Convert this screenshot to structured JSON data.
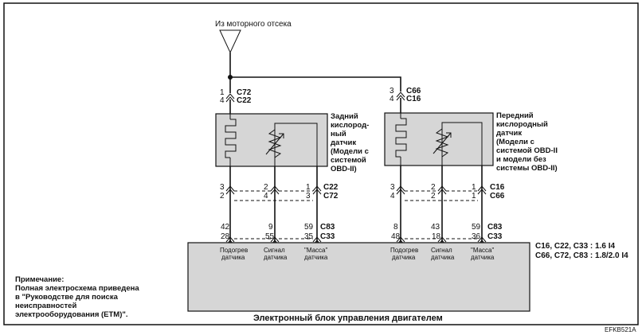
{
  "source": {
    "label": "Из моторного отсека"
  },
  "rear_sensor": {
    "desc": [
      "Задний",
      "кислород-",
      "ный",
      "датчик",
      "(Модели с",
      "системой",
      "OBD-II)"
    ],
    "upper_connector": {
      "pins": [
        "1",
        "4"
      ],
      "names": [
        "C72",
        "C22"
      ]
    },
    "lower_connector": {
      "pins_top": [
        "3",
        "2",
        "1"
      ],
      "pins_bottom": [
        "2",
        "4",
        "3"
      ],
      "names": [
        "C22",
        "C72"
      ]
    },
    "ecm_connector": {
      "pins_top": [
        "42",
        "9",
        "59"
      ],
      "pins_bottom": [
        "28",
        "55",
        "35"
      ],
      "names": [
        "C83",
        "C33"
      ]
    }
  },
  "front_sensor": {
    "desc": [
      "Передний",
      "кислородный",
      "датчик",
      "(Модели с",
      "системой OBD-II",
      "и модели без",
      "системы OBD-II)"
    ],
    "upper_connector": {
      "pins": [
        "3",
        "4"
      ],
      "names": [
        "C66",
        "C16"
      ]
    },
    "lower_connector": {
      "pins_top": [
        "3",
        "2",
        "1"
      ],
      "pins_bottom": [
        "4",
        "2",
        "1"
      ],
      "names": [
        "C16",
        "C66"
      ]
    },
    "ecm_connector": {
      "pins_top": [
        "8",
        "43",
        "59"
      ],
      "pins_bottom": [
        "48",
        "18",
        "36"
      ],
      "names": [
        "C83",
        "C33"
      ]
    }
  },
  "ecm": {
    "title": "Электронный блок управления двигателем",
    "terminals": {
      "heater": [
        "Подогрев",
        "датчика"
      ],
      "signal": [
        "Сигнал",
        "датчика"
      ],
      "ground": [
        "\"Масса\"",
        "датчика"
      ]
    }
  },
  "engine_notes": [
    "C16, C22, C33 : 1.6 I4",
    "C66, C72, C83 : 1.8/2.0 I4"
  ],
  "note": {
    "title": "Примечание:",
    "lines": [
      "Полная электросхема приведена",
      "в \"Руководстве для поиска",
      "неисправностей",
      "электрооборудования (ETM)\"."
    ]
  },
  "figure_code": "EFKB521A"
}
